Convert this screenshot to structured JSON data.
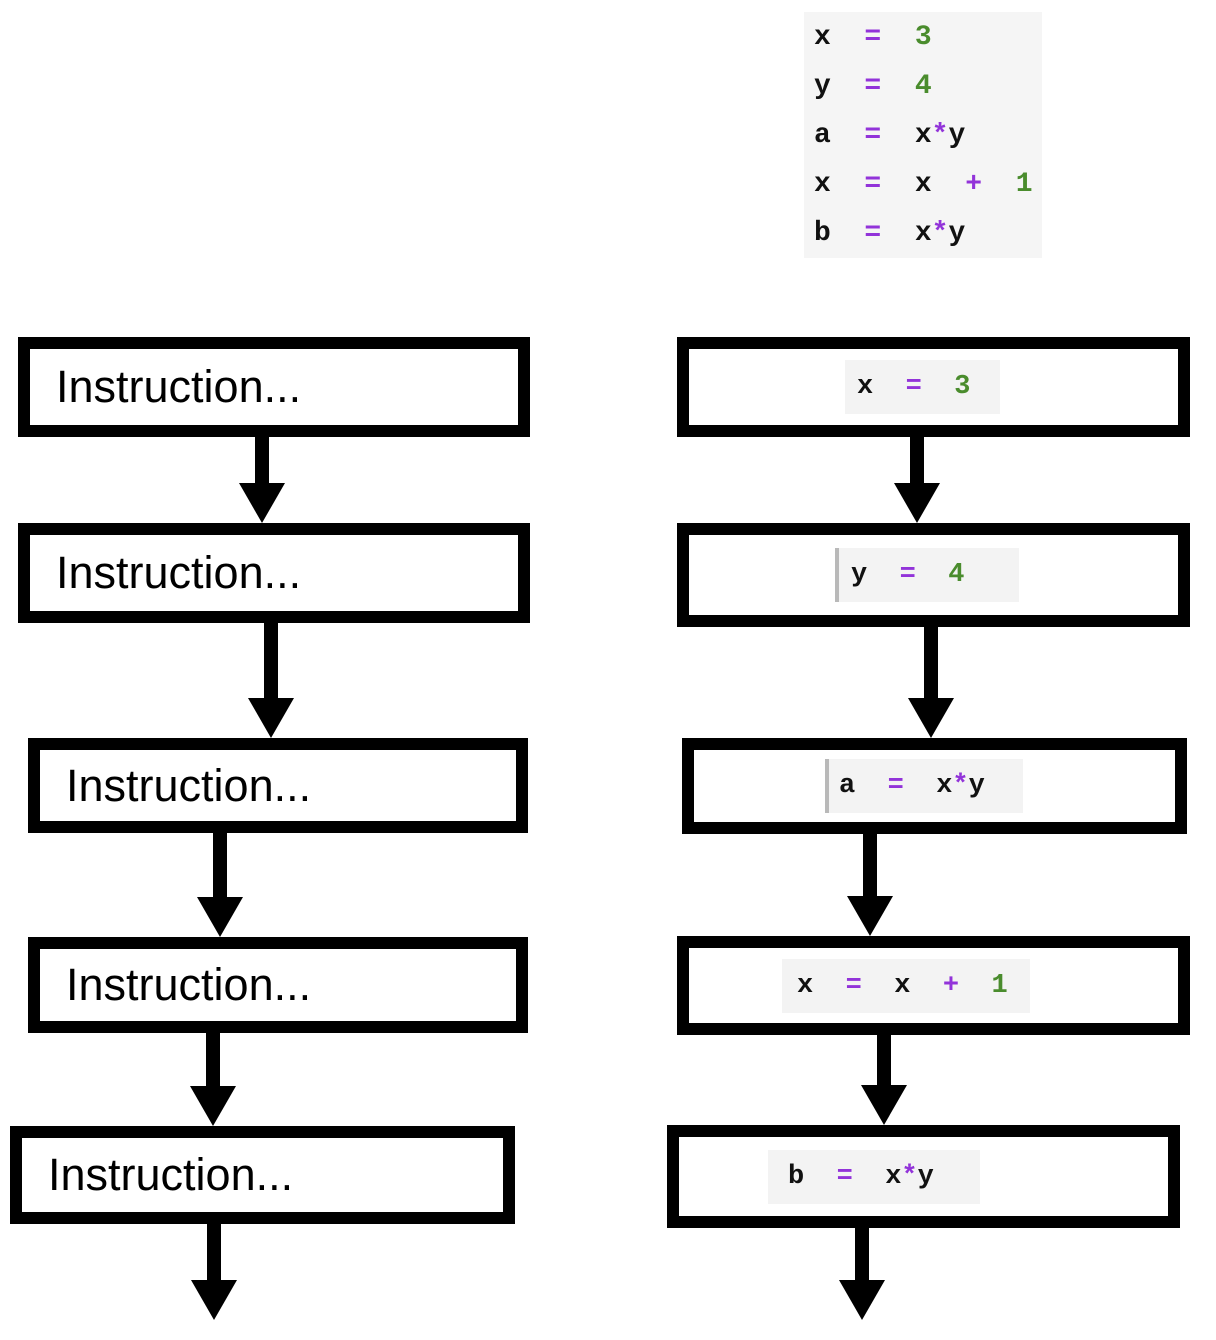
{
  "colors": {
    "operator": "#9233d9",
    "number": "#4a8c2d",
    "code_text": "#111111",
    "panel_bg": "#f5f5f5",
    "patch_bg": "#f3f3f3",
    "box_border": "#000000",
    "arrow": "#000000",
    "cursor_bar": "#b9b9b9"
  },
  "code_panel": {
    "lines": [
      [
        {
          "t": "x",
          "k": "plain"
        },
        {
          "t": "  ",
          "k": "plain"
        },
        {
          "t": "=",
          "k": "op"
        },
        {
          "t": "  ",
          "k": "plain"
        },
        {
          "t": "3",
          "k": "num"
        }
      ],
      [
        {
          "t": "y",
          "k": "plain"
        },
        {
          "t": "  ",
          "k": "plain"
        },
        {
          "t": "=",
          "k": "op"
        },
        {
          "t": "  ",
          "k": "plain"
        },
        {
          "t": "4",
          "k": "num"
        }
      ],
      [
        {
          "t": "a",
          "k": "plain"
        },
        {
          "t": "  ",
          "k": "plain"
        },
        {
          "t": "=",
          "k": "op"
        },
        {
          "t": "  ",
          "k": "plain"
        },
        {
          "t": "x",
          "k": "plain"
        },
        {
          "t": "*",
          "k": "op"
        },
        {
          "t": "y",
          "k": "plain"
        }
      ],
      [
        {
          "t": "x",
          "k": "plain"
        },
        {
          "t": "  ",
          "k": "plain"
        },
        {
          "t": "=",
          "k": "op"
        },
        {
          "t": "  ",
          "k": "plain"
        },
        {
          "t": "x",
          "k": "plain"
        },
        {
          "t": "  ",
          "k": "plain"
        },
        {
          "t": "+",
          "k": "op"
        },
        {
          "t": "  ",
          "k": "plain"
        },
        {
          "t": "1",
          "k": "num"
        }
      ],
      [
        {
          "t": "b",
          "k": "plain"
        },
        {
          "t": "  ",
          "k": "plain"
        },
        {
          "t": "=",
          "k": "op"
        },
        {
          "t": "  ",
          "k": "plain"
        },
        {
          "t": "x",
          "k": "plain"
        },
        {
          "t": "*",
          "k": "op"
        },
        {
          "t": "y",
          "k": "plain"
        }
      ]
    ]
  },
  "left_column": {
    "boxes": [
      {
        "label": "Instruction..."
      },
      {
        "label": "Instruction..."
      },
      {
        "label": "Instruction..."
      },
      {
        "label": "Instruction..."
      },
      {
        "label": "Instruction..."
      }
    ]
  },
  "right_column": {
    "boxes": [
      {
        "statement": "x  =  3",
        "tokens": [
          {
            "t": "x",
            "k": "plain"
          },
          {
            "t": "  ",
            "k": "plain"
          },
          {
            "t": "=",
            "k": "op"
          },
          {
            "t": "  ",
            "k": "plain"
          },
          {
            "t": "3",
            "k": "num"
          }
        ],
        "has_cursor": false
      },
      {
        "statement": "y  =  4",
        "tokens": [
          {
            "t": "y",
            "k": "plain"
          },
          {
            "t": "  ",
            "k": "plain"
          },
          {
            "t": "=",
            "k": "op"
          },
          {
            "t": "  ",
            "k": "plain"
          },
          {
            "t": "4",
            "k": "num"
          }
        ],
        "has_cursor": true
      },
      {
        "statement": "a  =  x*y",
        "tokens": [
          {
            "t": "a",
            "k": "plain"
          },
          {
            "t": "  ",
            "k": "plain"
          },
          {
            "t": "=",
            "k": "op"
          },
          {
            "t": "  ",
            "k": "plain"
          },
          {
            "t": "x",
            "k": "plain"
          },
          {
            "t": "*",
            "k": "op"
          },
          {
            "t": "y",
            "k": "plain"
          }
        ],
        "has_cursor": true
      },
      {
        "statement": "x  =  x  +  1",
        "tokens": [
          {
            "t": "x",
            "k": "plain"
          },
          {
            "t": "  ",
            "k": "plain"
          },
          {
            "t": "=",
            "k": "op"
          },
          {
            "t": "  ",
            "k": "plain"
          },
          {
            "t": "x",
            "k": "plain"
          },
          {
            "t": "  ",
            "k": "plain"
          },
          {
            "t": "+",
            "k": "op"
          },
          {
            "t": "  ",
            "k": "plain"
          },
          {
            "t": "1",
            "k": "num"
          }
        ],
        "has_cursor": false
      },
      {
        "statement": "b  =  x*y",
        "tokens": [
          {
            "t": "b",
            "k": "plain"
          },
          {
            "t": "  ",
            "k": "plain"
          },
          {
            "t": "=",
            "k": "op"
          },
          {
            "t": "  ",
            "k": "plain"
          },
          {
            "t": "x",
            "k": "plain"
          },
          {
            "t": "*",
            "k": "op"
          },
          {
            "t": "y",
            "k": "plain"
          }
        ],
        "has_cursor": false
      }
    ]
  }
}
